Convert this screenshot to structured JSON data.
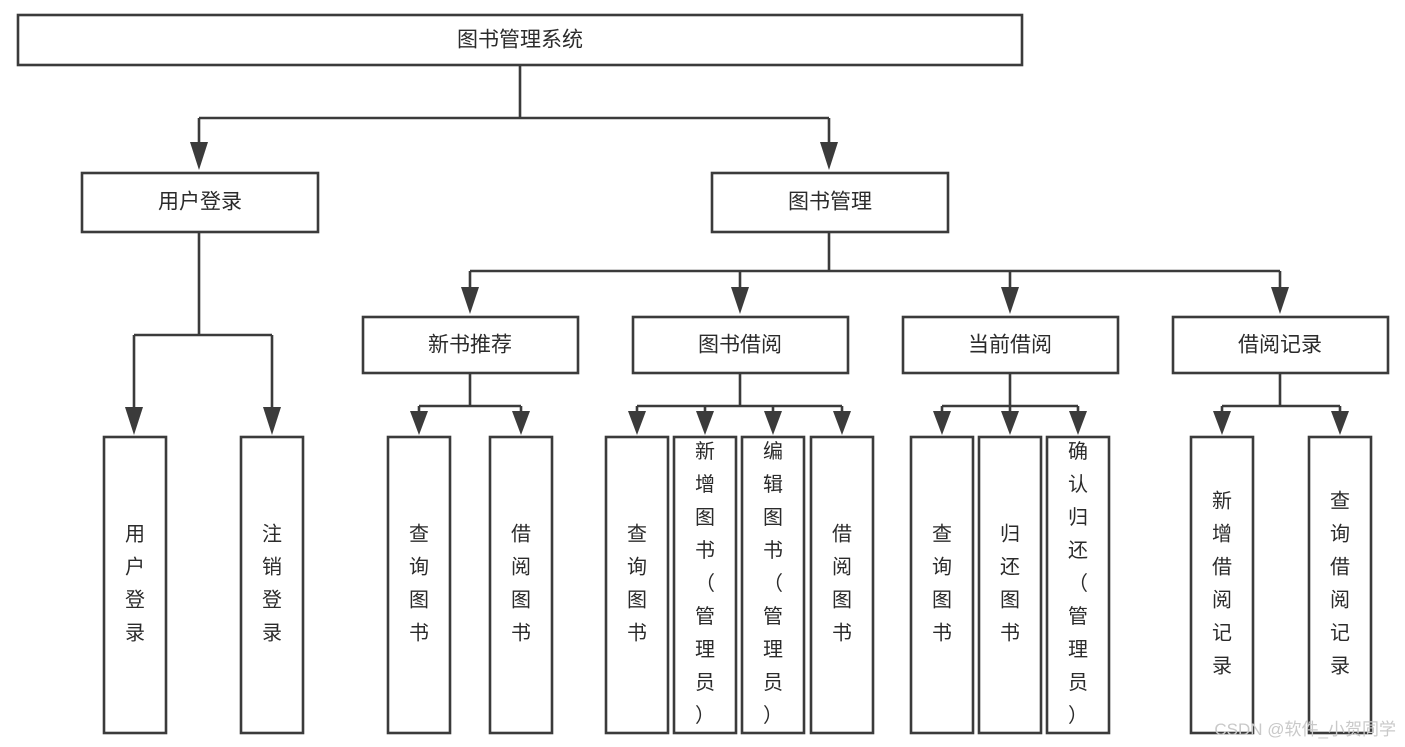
{
  "diagram": {
    "title": "图书管理系统",
    "type": "tree-hierarchy",
    "orientation": "top-down",
    "colors": {
      "box_stroke": "#3b3b3b",
      "box_fill": "#ffffff",
      "edge": "#3b3b3b",
      "text": "#2b2b2b",
      "background": "#ffffff",
      "watermark": "#c9c9c9"
    },
    "root": {
      "label": "图书管理系统"
    },
    "level2": [
      {
        "label": "用户登录"
      },
      {
        "label": "图书管理"
      }
    ],
    "level3": [
      {
        "label": "新书推荐"
      },
      {
        "label": "图书借阅"
      },
      {
        "label": "当前借阅"
      },
      {
        "label": "借阅记录"
      }
    ],
    "leaves": {
      "user_login": [
        {
          "label": "用户登录"
        },
        {
          "label": "注销登录"
        }
      ],
      "new_book": [
        {
          "label": "查询图书"
        },
        {
          "label": "借阅图书"
        }
      ],
      "book_borrow": [
        {
          "label": "查询图书"
        },
        {
          "label": "新增图书（管理员）"
        },
        {
          "label": "编辑图书（管理员）"
        },
        {
          "label": "借阅图书"
        }
      ],
      "current_borrow": [
        {
          "label": "查询图书"
        },
        {
          "label": "归还图书"
        },
        {
          "label": "确认归还（管理员）"
        }
      ],
      "borrow_record": [
        {
          "label": "新增借阅记录"
        },
        {
          "label": "查询借阅记录"
        }
      ]
    }
  },
  "watermark": {
    "text": "CSDN @软件_小贺同学"
  }
}
